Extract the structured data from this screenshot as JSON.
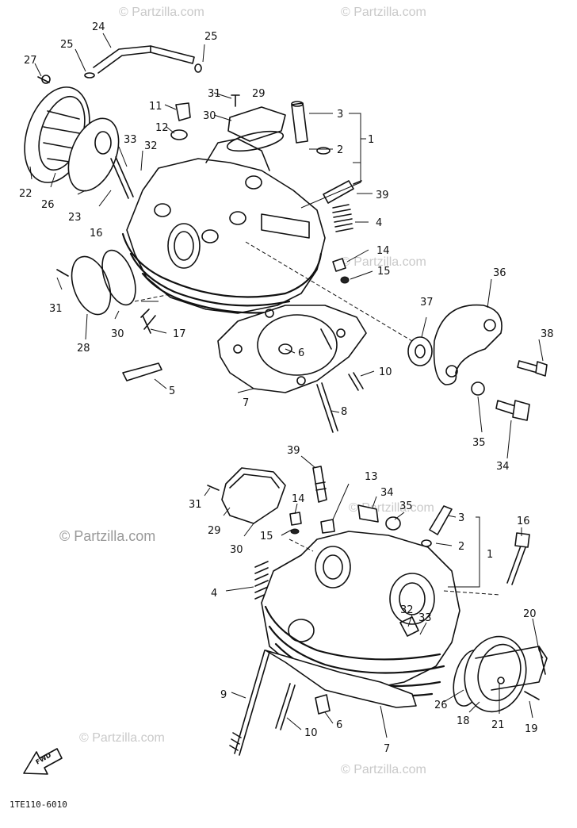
{
  "watermark": "© Partzilla.com",
  "diagram_code": "1TE110-6010",
  "fwd_label": "FWD",
  "callouts": [
    {
      "id": "c-24-top",
      "text": "24"
    },
    {
      "id": "c-25a-top",
      "text": "25"
    },
    {
      "id": "c-25b-top",
      "text": "25"
    },
    {
      "id": "c-27-top",
      "text": "27"
    },
    {
      "id": "c-31a-top",
      "text": "31"
    },
    {
      "id": "c-29-top",
      "text": "29"
    },
    {
      "id": "c-11-top",
      "text": "11"
    },
    {
      "id": "c-30-top",
      "text": "30"
    },
    {
      "id": "c-3-top",
      "text": "3"
    },
    {
      "id": "c-12-top",
      "text": "12"
    },
    {
      "id": "c-2-top",
      "text": "2"
    },
    {
      "id": "c-1-top",
      "text": "1"
    },
    {
      "id": "c-33-top",
      "text": "33"
    },
    {
      "id": "c-32-top",
      "text": "32"
    },
    {
      "id": "c-39-top",
      "text": "39"
    },
    {
      "id": "c-4-top",
      "text": "4"
    },
    {
      "id": "c-22-top",
      "text": "22"
    },
    {
      "id": "c-26-top",
      "text": "26"
    },
    {
      "id": "c-23-top",
      "text": "23"
    },
    {
      "id": "c-16-top",
      "text": "16"
    },
    {
      "id": "c-14-top",
      "text": "14"
    },
    {
      "id": "c-15-top",
      "text": "15"
    },
    {
      "id": "c-36-top",
      "text": "36"
    },
    {
      "id": "c-37-top",
      "text": "37"
    },
    {
      "id": "c-31b-top",
      "text": "31"
    },
    {
      "id": "c-30b-top",
      "text": "30"
    },
    {
      "id": "c-28-top",
      "text": "28"
    },
    {
      "id": "c-17-top",
      "text": "17"
    },
    {
      "id": "c-38-top",
      "text": "38"
    },
    {
      "id": "c-6-top",
      "text": "6"
    },
    {
      "id": "c-10-top",
      "text": "10"
    },
    {
      "id": "c-5-top",
      "text": "5"
    },
    {
      "id": "c-7-top",
      "text": "7"
    },
    {
      "id": "c-8-top",
      "text": "8"
    },
    {
      "id": "c-35-top",
      "text": "35"
    },
    {
      "id": "c-34-top",
      "text": "34"
    },
    {
      "id": "c-39-bot",
      "text": "39"
    },
    {
      "id": "c-13-bot",
      "text": "13"
    },
    {
      "id": "c-31-bot",
      "text": "31"
    },
    {
      "id": "c-34-bot",
      "text": "34"
    },
    {
      "id": "c-35-bot",
      "text": "35"
    },
    {
      "id": "c-14-bot",
      "text": "14"
    },
    {
      "id": "c-3-bot",
      "text": "3"
    },
    {
      "id": "c-29-bot",
      "text": "29"
    },
    {
      "id": "c-16-bot",
      "text": "16"
    },
    {
      "id": "c-15-bot",
      "text": "15"
    },
    {
      "id": "c-2-bot",
      "text": "2"
    },
    {
      "id": "c-1-bot",
      "text": "1"
    },
    {
      "id": "c-30-bot",
      "text": "30"
    },
    {
      "id": "c-4-bot",
      "text": "4"
    },
    {
      "id": "c-20-bot",
      "text": "20"
    },
    {
      "id": "c-32-bot",
      "text": "32"
    },
    {
      "id": "c-33-bot",
      "text": "33"
    },
    {
      "id": "c-9-bot",
      "text": "9"
    },
    {
      "id": "c-26-bot",
      "text": "26"
    },
    {
      "id": "c-18-bot",
      "text": "18"
    },
    {
      "id": "c-21-bot",
      "text": "21"
    },
    {
      "id": "c-19-bot",
      "text": "19"
    },
    {
      "id": "c-10-bot",
      "text": "10"
    },
    {
      "id": "c-6-bot",
      "text": "6"
    },
    {
      "id": "c-7-bot",
      "text": "7"
    }
  ]
}
